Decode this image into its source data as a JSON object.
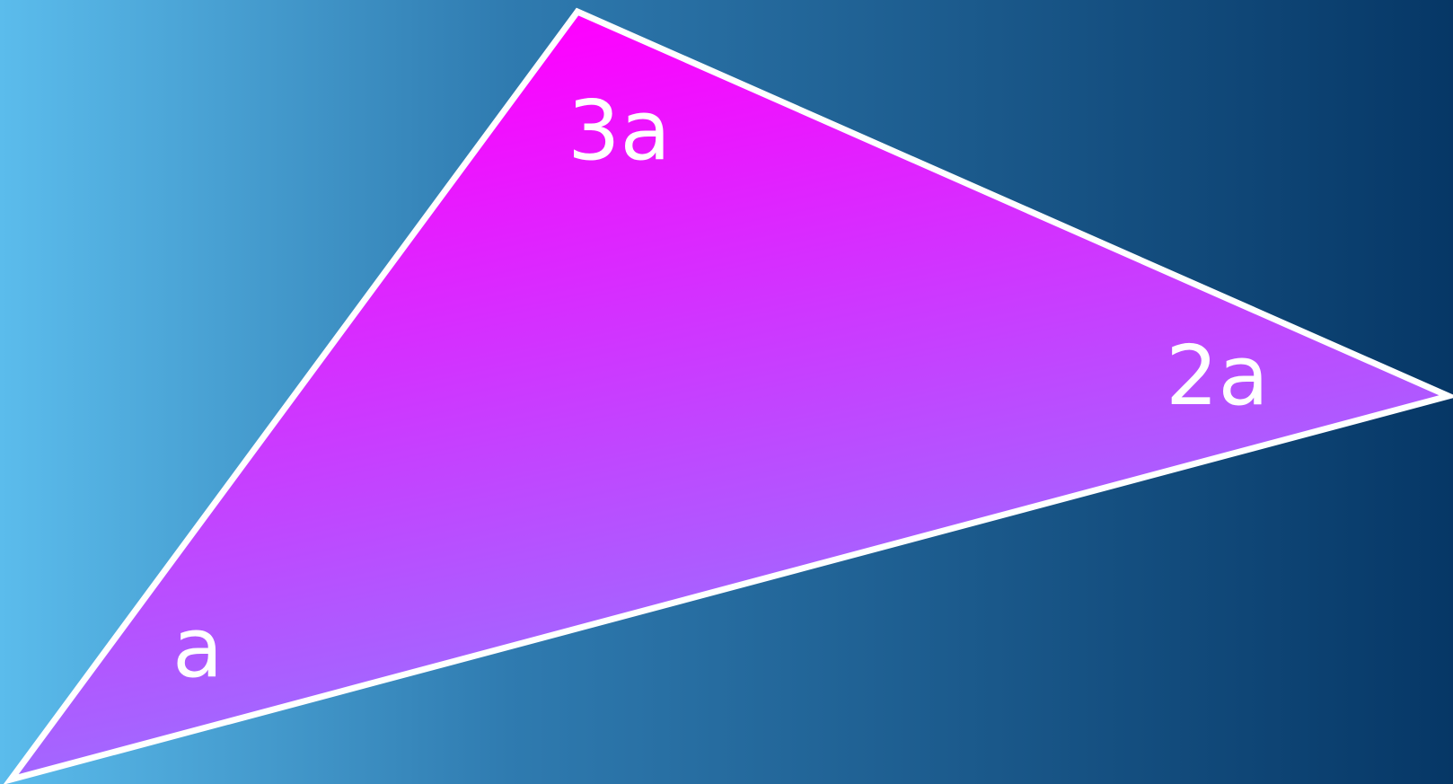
{
  "diagram": {
    "shape": "triangle",
    "colors": {
      "background_left": "#5bbcec",
      "background_mid": "#2f7bb0",
      "background_right": "#063766",
      "fill_top": "#ff00ff",
      "fill_bottom": "#9f6bff",
      "stroke": "#ffffff",
      "label": "#ffffff"
    },
    "angles": {
      "top": "3a",
      "right": "2a",
      "bottom_left": "a"
    }
  }
}
